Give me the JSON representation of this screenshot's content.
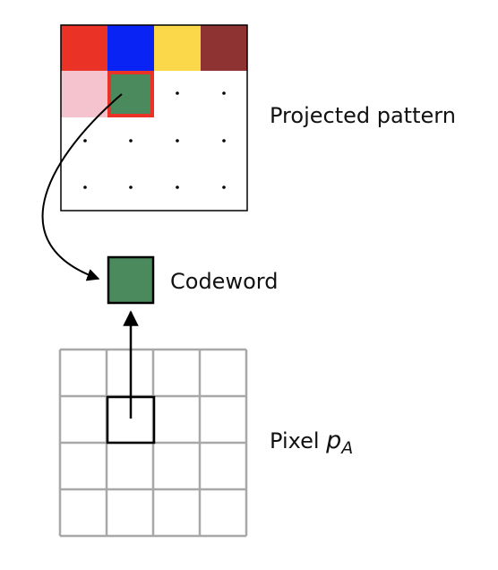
{
  "labels": {
    "projected_pattern": "Projected pattern",
    "codeword": "Codeword",
    "pixel_prefix": "Pixel ",
    "pixel_symbol": "p",
    "pixel_subscript": "A"
  },
  "pattern": {
    "colored_row": [
      "#ea3226",
      "#0a23f5",
      "#fbd84a",
      "#8e3232"
    ],
    "second_row_colors": [
      "#f5c3cd",
      "#4a8a5c"
    ],
    "highlight_color": "#ea3226"
  },
  "codeword_color": "#4a8a5c"
}
